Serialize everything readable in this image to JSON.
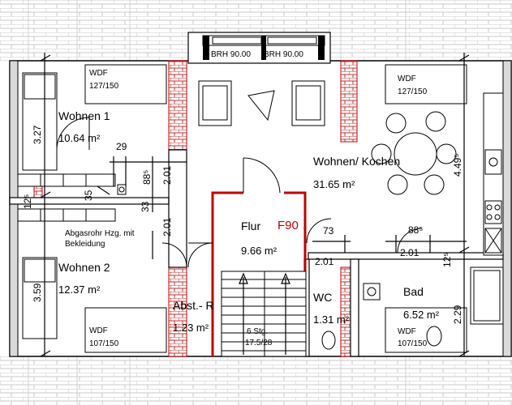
{
  "colors": {
    "wall_red": "#c00000",
    "line": "#000000",
    "hatch": "#b8b8b8",
    "wall_gray": "#d9d9d9"
  },
  "windows": {
    "brh_left": "BRH 90.00",
    "brh_right": "BRH 90.00"
  },
  "wdf": [
    {
      "label": "WDF",
      "size": "127/150"
    },
    {
      "label": "WDF",
      "size": "127/150"
    },
    {
      "label": "WDF",
      "size": "107/150"
    },
    {
      "label": "WDF",
      "size": "107/150"
    }
  ],
  "rooms": {
    "wohnen1": {
      "name": "Wohnen 1",
      "area": "10.64 m²"
    },
    "wohnen_kochen": {
      "name": "Wohnen/ Kochen",
      "area": "31.65 m²"
    },
    "flur": {
      "name": "Flur",
      "area": "9.66 m²",
      "door_class": "F90"
    },
    "wohnen2": {
      "name": "Wohnen 2",
      "area": "12.37 m²"
    },
    "abst": {
      "name": "Abst.- R",
      "area": "1.23 m²"
    },
    "wc": {
      "name": "WC",
      "area": "1.31 m²"
    },
    "bad": {
      "name": "Bad",
      "area": "6.52 m²"
    }
  },
  "notes": {
    "abgas_line1": "Abgasrohr Hzg. mit",
    "abgas_line2": "Bekleidung"
  },
  "stairs": {
    "steps": "6 Stg.",
    "ratio": "17.5/28"
  },
  "dimensions": {
    "d327": "3.27",
    "d29": "29",
    "d885_a": "88⁵",
    "d201_a": "2.01",
    "d201_b": "2.01",
    "d33": "33",
    "d35": "35",
    "d125_a": "12⁵",
    "d359": "3.59",
    "d73": "73",
    "d201_c": "2.01",
    "d885_b": "88⁵",
    "d201_d": "2.01",
    "d125_b": "12⁵",
    "d4495": "4.49⁵",
    "d229": "2.29"
  }
}
